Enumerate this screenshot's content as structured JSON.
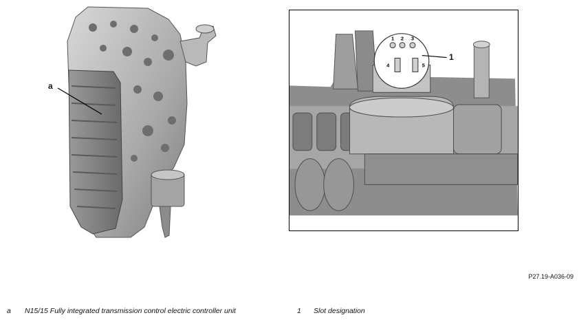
{
  "callouts": {
    "a": "a",
    "one": "1"
  },
  "connector_pins": [
    "1",
    "2",
    "3",
    "4",
    "5"
  ],
  "reference_code": "P27.19-A036-09",
  "legend": [
    {
      "key": "a",
      "text": "N15/15 Fully integrated transmission control electric controller unit"
    },
    {
      "key": "1",
      "text": "Slot designation"
    }
  ]
}
